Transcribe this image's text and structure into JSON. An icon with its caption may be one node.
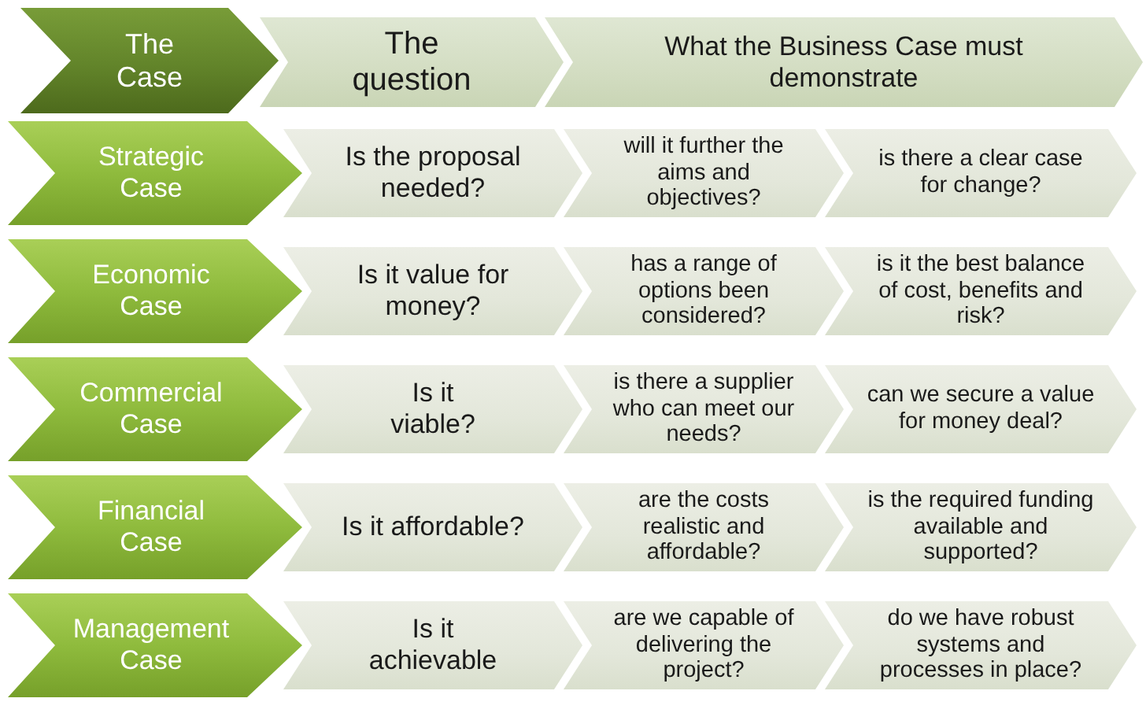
{
  "diagram": {
    "nodes": [
      {
        "text": [
          "The Case"
        ]
      },
      {
        "text": [
          "The question"
        ]
      },
      {
        "text": [
          "What the Business Case must demonstrate"
        ]
      },
      {
        "text": [
          "Strategic Case"
        ]
      },
      {
        "text": [
          "Is the proposal needed?"
        ]
      },
      {
        "text": [
          "will it further the aims and objectives?"
        ]
      },
      {
        "text": [
          "is there a clear case for change?"
        ]
      },
      {
        "text": [
          "Economic Case"
        ]
      },
      {
        "text": [
          "Is it value for money?"
        ]
      },
      {
        "text": [
          "has a range of options been considered?"
        ]
      },
      {
        "text": [
          "is it the best balance of cost, benefits and risk?"
        ]
      },
      {
        "text": [
          "Commercial Case"
        ]
      },
      {
        "text": [
          "Is it viable?"
        ]
      },
      {
        "text": [
          "is there a supplier who can meet our needs?"
        ]
      },
      {
        "text": [
          "can we secure a value for money deal?"
        ]
      },
      {
        "text": [
          "Financial Case"
        ]
      },
      {
        "text": [
          "Is it affordable?"
        ]
      },
      {
        "text": [
          "are the costs realistic and affordable?"
        ]
      },
      {
        "text": [
          "is the required funding available and supported?"
        ]
      },
      {
        "text": [
          "Management Case"
        ]
      },
      {
        "text": [
          "Is it achievable"
        ]
      },
      {
        "text": [
          "are we capable of delivering the project?"
        ]
      },
      {
        "text": [
          "do we have robust systems and processes in place?"
        ]
      }
    ]
  }
}
